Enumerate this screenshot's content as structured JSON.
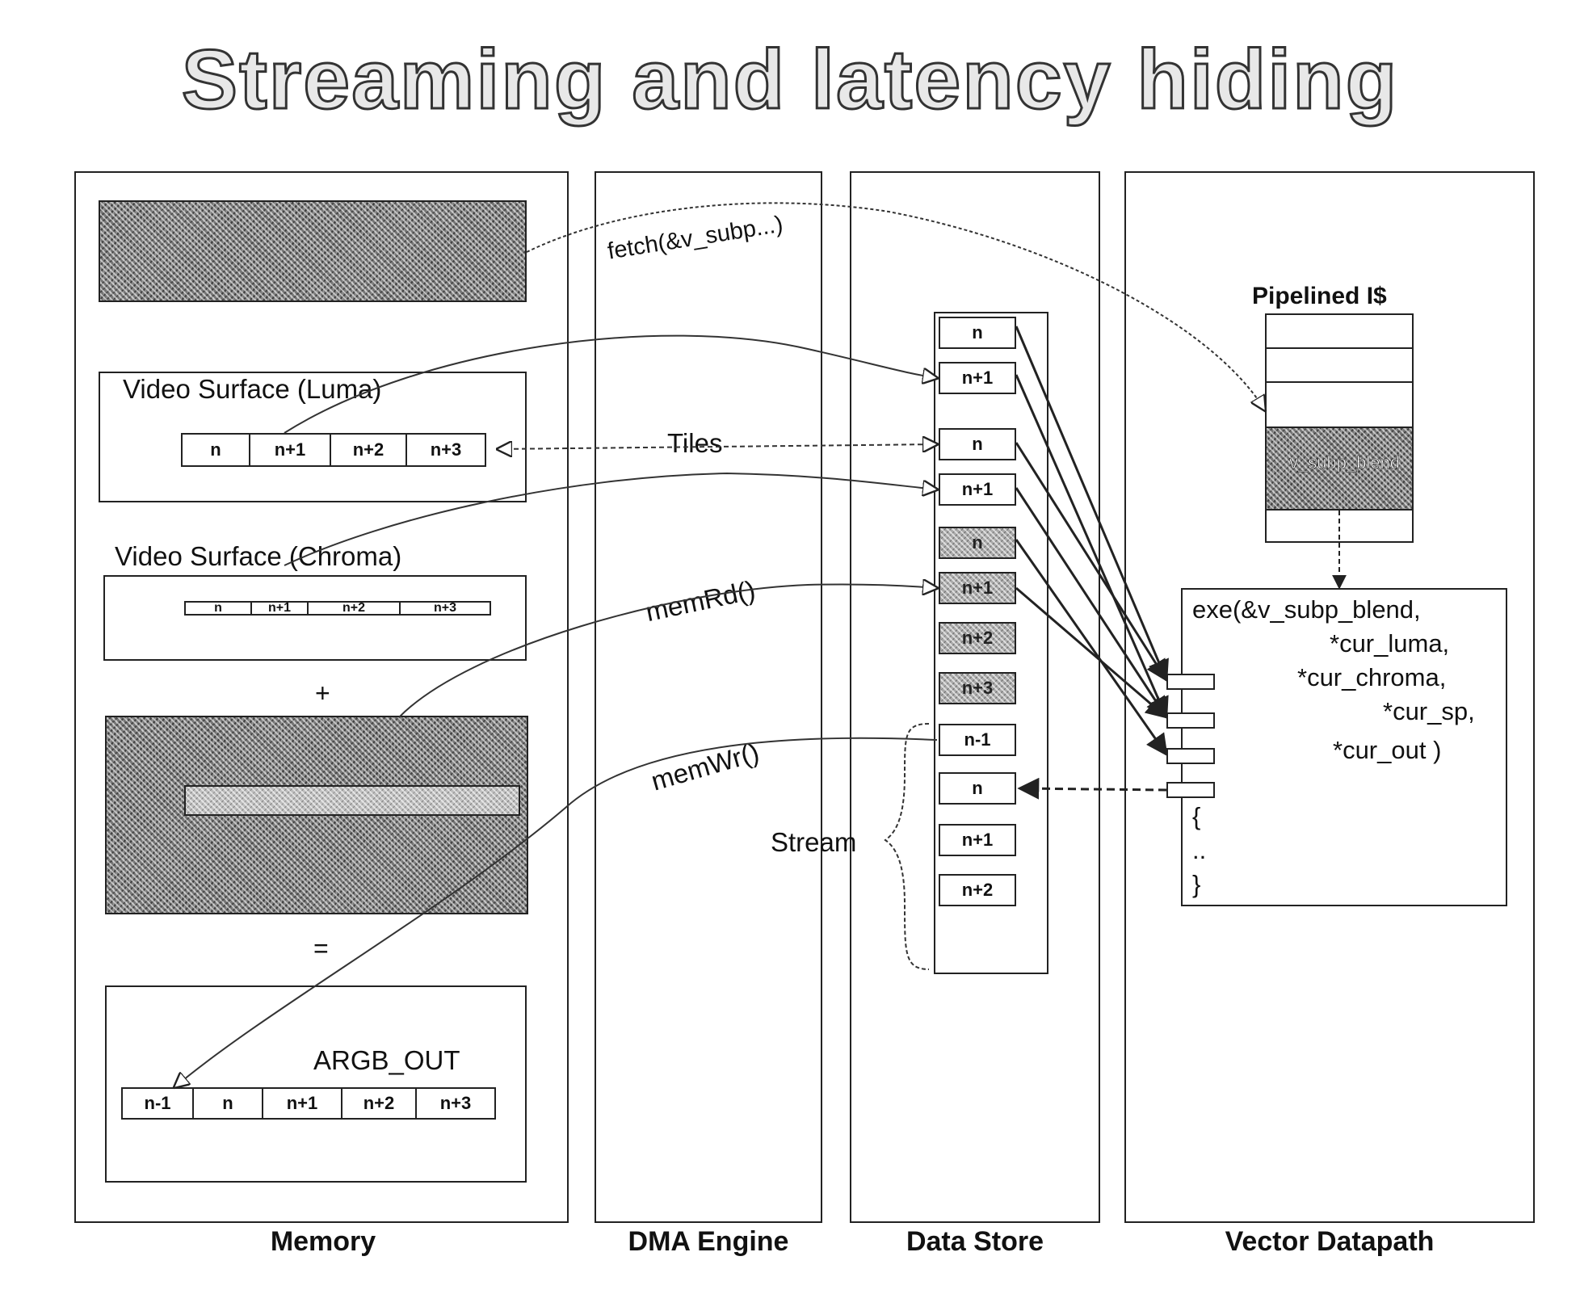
{
  "title": "Streaming and latency hiding",
  "panels": {
    "memory": "Memory",
    "dma": "DMA Engine",
    "data_store": "Data Store",
    "vector_datapath": "Vector Datapath"
  },
  "memory": {
    "luma_title": "Video Surface (Luma)",
    "luma_tiles": [
      "n",
      "n+1",
      "n+2",
      "n+3"
    ],
    "chroma_title": "Video Surface (Chroma)",
    "chroma_tiles": [
      "n",
      "n+1",
      "n+2",
      "n+3"
    ],
    "plus": "+",
    "equals": "=",
    "argb_title": "ARGB_OUT",
    "argb_tiles": [
      "n-1",
      "n",
      "n+1",
      "n+2",
      "n+3"
    ]
  },
  "arrows": {
    "fetch": "fetch(&v_subp...)",
    "tiles": "Tiles",
    "memrd": "memRd()",
    "memwr": "memWr()",
    "stream": "Stream"
  },
  "data_store": {
    "luma_cells": [
      "n",
      "n+1"
    ],
    "luma2_cells": [
      "n",
      "n+1"
    ],
    "chroma_cells": [
      "n",
      "n+1",
      "n+2",
      "n+3"
    ],
    "out_cells": [
      "n-1",
      "n",
      "n+1",
      "n+2"
    ]
  },
  "vector": {
    "icache_title": "Pipelined I$",
    "icache_entry": "v_subp_blend",
    "code_lines": [
      "exe(&v_subp_blend,",
      "*cur_luma,",
      "*cur_chroma,",
      "*cur_sp,",
      "*cur_out )",
      "{",
      "..",
      "}"
    ]
  }
}
